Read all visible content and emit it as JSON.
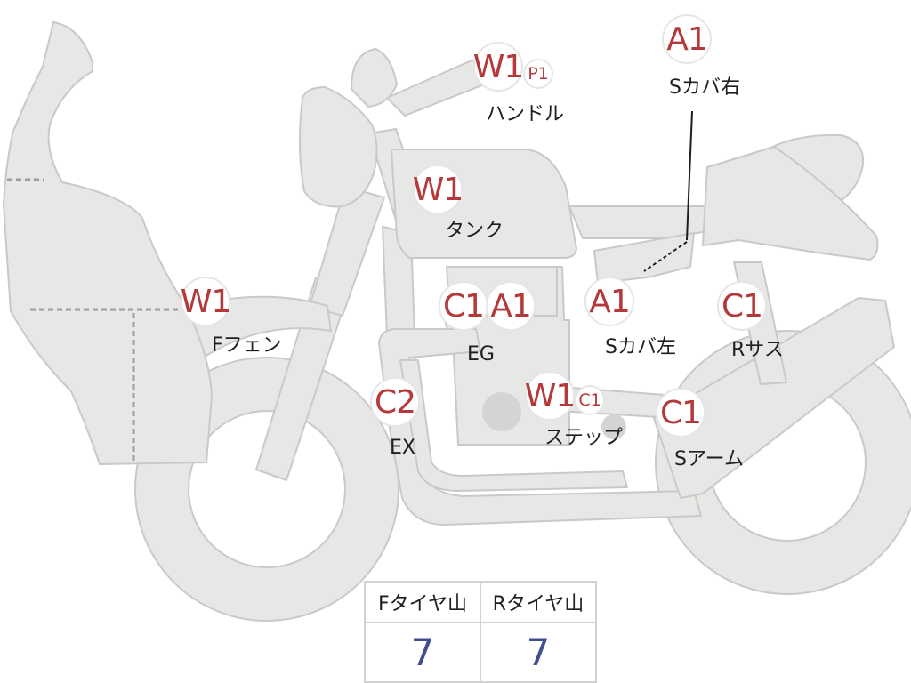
{
  "parts": [
    {
      "id": "handle",
      "label": "ハンドル",
      "grade": "W1",
      "extra_grade": "P1"
    },
    {
      "id": "side_cover_right",
      "label": "Sカバ右",
      "grade": "A1"
    },
    {
      "id": "tank",
      "label": "タンク",
      "grade": "W1"
    },
    {
      "id": "front_fender",
      "label": "Fフェン",
      "grade": "W1"
    },
    {
      "id": "engine",
      "label": "EG",
      "grade": "C1",
      "extra_grade": "A1"
    },
    {
      "id": "side_cover_left",
      "label": "Sカバ左",
      "grade": "A1"
    },
    {
      "id": "rear_suspension",
      "label": "Rサス",
      "grade": "C1"
    },
    {
      "id": "exhaust",
      "label": "EX",
      "grade": "C2"
    },
    {
      "id": "step",
      "label": "ステップ",
      "grade": "W1",
      "extra_grade": "C1"
    },
    {
      "id": "swing_arm",
      "label": "Sアーム",
      "grade": "C1"
    }
  ],
  "tire_table": {
    "headers": [
      "Fタイヤ山",
      "Rタイヤ山"
    ],
    "values": [
      "7",
      "7"
    ]
  },
  "colors": {
    "bike_fill": "#e7e7e5",
    "bike_stroke": "#c9c9c7",
    "grade_text": "#b5393a",
    "tread_value": "#3f4f8f"
  }
}
